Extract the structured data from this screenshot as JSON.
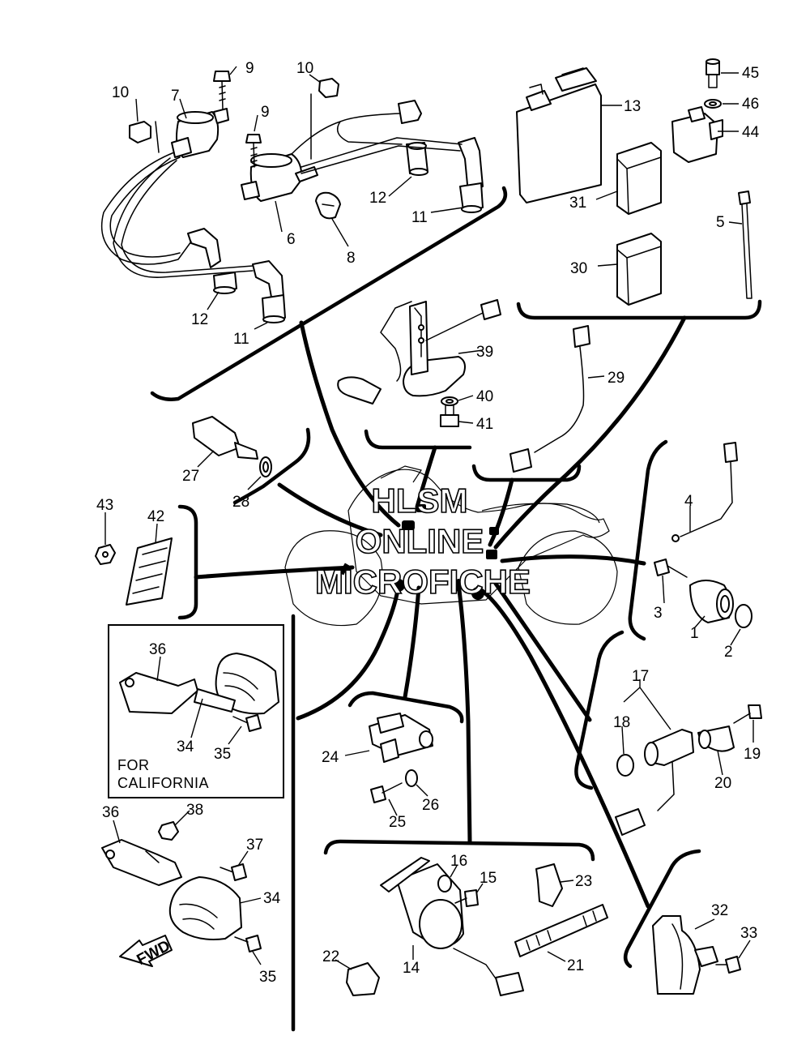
{
  "watermark": {
    "line1": "HLSM",
    "line2": "ONLINE",
    "line3": "MICROFICHE"
  },
  "box_note": {
    "line1": "FOR",
    "line2": "CALIFORNIA"
  },
  "direction_arrow": "FWD",
  "callouts": {
    "c1": "1",
    "c2": "2",
    "c3": "3",
    "c4": "4",
    "c5": "5",
    "c6": "6",
    "c7": "7",
    "c8": "8",
    "c9a": "9",
    "c9b": "9",
    "c10a": "10",
    "c10b": "10",
    "c11a": "11",
    "c11b": "11",
    "c12a": "12",
    "c12b": "12",
    "c13": "13",
    "c14": "14",
    "c15": "15",
    "c16": "16",
    "c17": "17",
    "c18": "18",
    "c19": "19",
    "c20": "20",
    "c21": "21",
    "c22": "22",
    "c23": "23",
    "c24": "24",
    "c25": "25",
    "c26": "26",
    "c27": "27",
    "c28": "28",
    "c29": "29",
    "c30": "30",
    "c31": "31",
    "c32": "32",
    "c33": "33",
    "c34a": "34",
    "c34b": "34",
    "c35a": "35",
    "c35b": "35",
    "c36a": "36",
    "c36b": "36",
    "c37": "37",
    "c38": "38",
    "c39": "39",
    "c40": "40",
    "c41": "41",
    "c42": "42",
    "c43": "43",
    "c44": "44",
    "c45": "45",
    "c46": "46"
  }
}
